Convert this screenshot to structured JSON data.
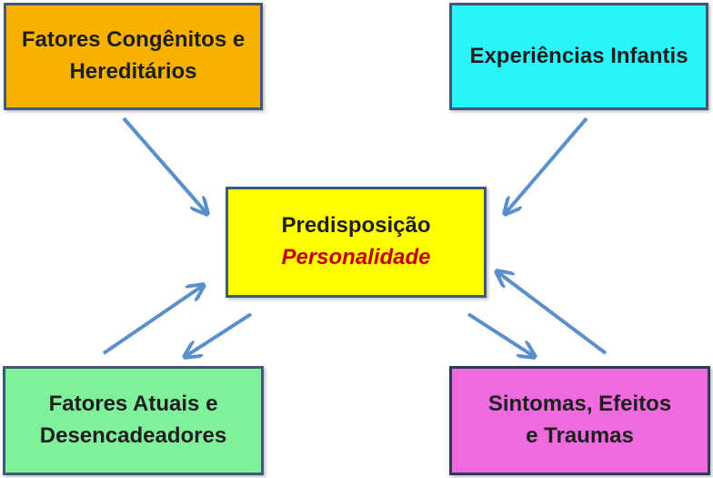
{
  "nodes": {
    "top_left": {
      "line1": "Fatores Congênitos e",
      "line2": "Hereditários",
      "color": "#f9b100"
    },
    "top_right": {
      "line1": "Experiências Infantis",
      "color": "#2cf5f9"
    },
    "center": {
      "line1": "Predisposição",
      "line2": "Personalidade",
      "color": "#ffff00",
      "emphasis_color": "#c00000"
    },
    "bottom_left": {
      "line1": "Fatores Atuais e",
      "line2": "Desencadeadores",
      "color": "#7ef19a"
    },
    "bottom_right": {
      "line1": "Sintomas, Efeitos",
      "line2": "e Traumas",
      "color": "#ef6ade"
    }
  },
  "edges": [
    {
      "from": "Fatores Congênitos e Hereditários",
      "to": "Predisposição"
    },
    {
      "from": "Experiências Infantis",
      "to": "Predisposição"
    },
    {
      "from": "Fatores Atuais e Desencadeadores",
      "to": "Predisposição"
    },
    {
      "from": "Predisposição",
      "to": "Fatores Atuais e Desencadeadores"
    },
    {
      "from": "Predisposição",
      "to": "Sintomas, Efeitos e Traumas"
    },
    {
      "from": "Sintomas, Efeitos e Traumas",
      "to": "Predisposição"
    }
  ],
  "arrow_color": "#5b8fc9"
}
